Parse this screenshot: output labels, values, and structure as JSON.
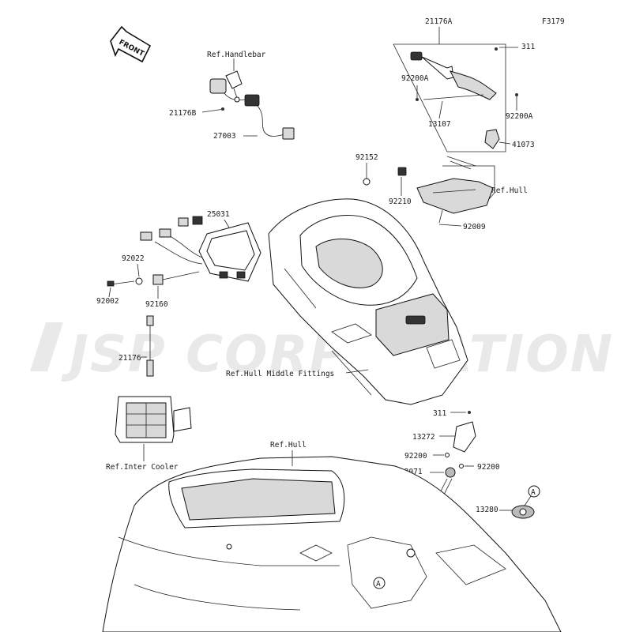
{
  "figure_code": "F3179",
  "watermark": "JSP CORPORATION",
  "front_arrow": "FRONT",
  "labels": {
    "ref_handlebar": "Ref.Handlebar",
    "p21176B": "21176B",
    "p27003": "27003",
    "p21176A": "21176A",
    "p311_top": "311",
    "p92200A_left": "92200A",
    "p92200A_right": "92200A",
    "p13107": "13107",
    "p41073": "41073",
    "p92152": "92152",
    "p92210": "92210",
    "ref_hull_top": "Ref.Hull",
    "p92009": "92009",
    "p25031": "25031",
    "p92022": "92022",
    "p92002": "92002",
    "p92160": "92160",
    "p21176": "21176",
    "ref_hull_middle": "Ref.Hull Middle Fittings",
    "ref_inter_cooler": "Ref.Inter Cooler",
    "ref_hull_bottom": "Ref.Hull",
    "p311_bottom": "311",
    "p13272": "13272",
    "p92200_left": "92200",
    "p92200_right": "92200",
    "p92071": "92071",
    "p13280": "13280",
    "marker_a": "A"
  }
}
